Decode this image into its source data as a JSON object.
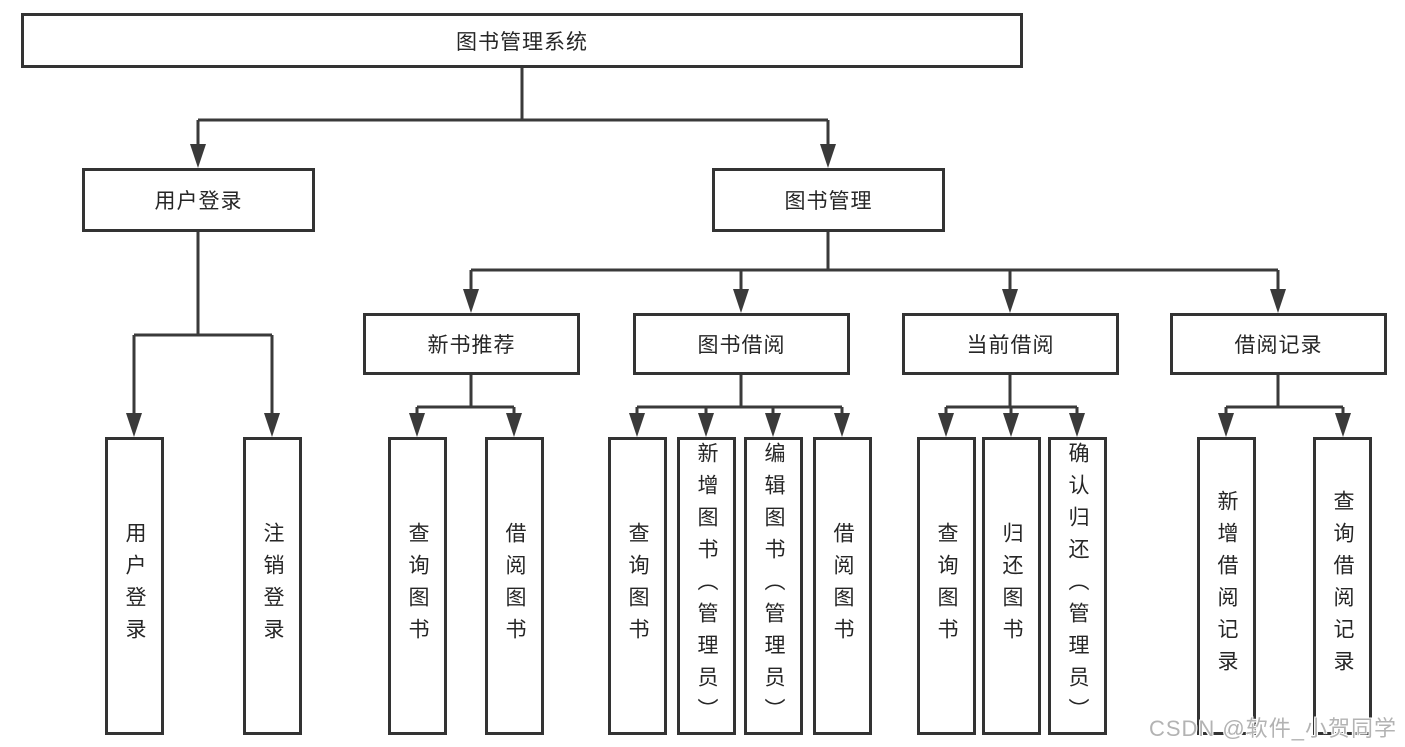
{
  "diagram": {
    "root": {
      "label": "图书管理系统"
    },
    "level2": [
      {
        "label": "用户登录"
      },
      {
        "label": "图书管理"
      }
    ],
    "level3": [
      {
        "label": "新书推荐"
      },
      {
        "label": "图书借阅"
      },
      {
        "label": "当前借阅"
      },
      {
        "label": "借阅记录"
      }
    ],
    "leaves": {
      "userLogin": [
        {
          "label": "用户登录"
        },
        {
          "label": "注销登录"
        }
      ],
      "newBook": [
        {
          "label": "查询图书"
        },
        {
          "label": "借阅图书"
        }
      ],
      "bookBorrow": [
        {
          "label": "查询图书"
        },
        {
          "label": "新增图书（管理员）"
        },
        {
          "label": "编辑图书（管理员）"
        },
        {
          "label": "借阅图书"
        }
      ],
      "currentBorrow": [
        {
          "label": "查询图书"
        },
        {
          "label": "归还图书"
        },
        {
          "label": "确认归还（管理员）"
        }
      ],
      "borrowRecords": [
        {
          "label": "新增借阅记录"
        },
        {
          "label": "查询借阅记录"
        }
      ]
    }
  },
  "watermark": {
    "text": "CSDN @软件_小贺同学"
  },
  "colors": {
    "line": "#3a3a3a",
    "border": "#333333",
    "text": "#262626",
    "watermark": "#b3b3b3",
    "background": "#ffffff"
  }
}
